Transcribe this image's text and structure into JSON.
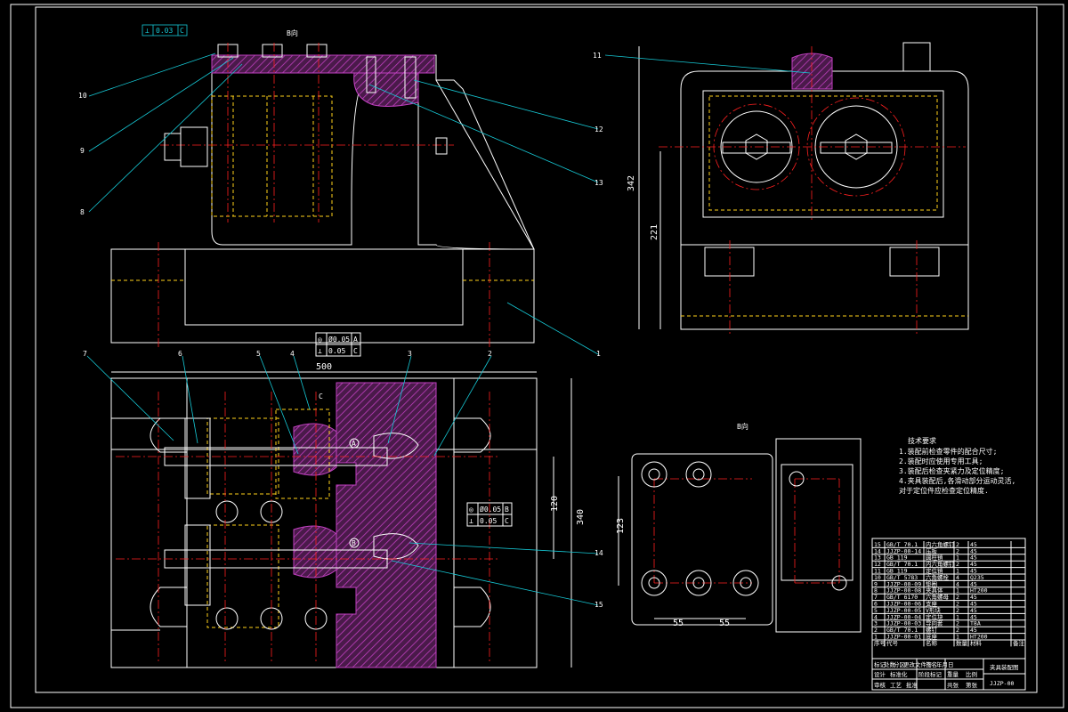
{
  "tolerances": {
    "top_flatness": {
      "symbol": "⊥",
      "value": "0.03",
      "datum": "C"
    },
    "bore_a_position": {
      "symbol": "◎",
      "value": "Ø0.05",
      "datum": "A"
    },
    "bore_a_perp": {
      "symbol": "⊥",
      "value": "0.05",
      "datum": "C"
    },
    "bore_b_position": {
      "symbol": "◎",
      "value": "Ø0.05",
      "datum": "B"
    },
    "bore_b_perp": {
      "symbol": "⊥",
      "value": "0.05",
      "datum": "C"
    }
  },
  "view_labels": {
    "b_view_top": "B向",
    "b_view_bottom": "B向"
  },
  "part_numbers": [
    "1",
    "2",
    "3",
    "4",
    "5",
    "6",
    "7",
    "8",
    "9",
    "10",
    "11",
    "12",
    "13",
    "14",
    "15"
  ],
  "datums": {
    "a": "A",
    "b": "B",
    "c": "C"
  },
  "dimensions": {
    "overall_width": "500",
    "overall_height": "340",
    "bore_spacing": "120",
    "height_total": "342",
    "height_base": "221",
    "base_vertical": "123",
    "pitch_1": "55",
    "pitch_2": "55"
  },
  "tech_requirements": {
    "title": "技术要求",
    "items": [
      "1.装配前检查零件的配合尺寸;",
      "2.装配时应使用专用工具;",
      "3.装配后检查夹紧力及定位精度;",
      "4.夹具装配后,各滑动部分运动灵活,",
      "   对于定位件应检查定位精度."
    ]
  },
  "title_block": {
    "drawing_name": "夹具装配图",
    "drawing_code": "JJZP-00",
    "header_cols": [
      "序号",
      "代号",
      "名称",
      "数量",
      "材料",
      "备注"
    ],
    "sign_row": [
      "标记",
      "处数",
      "分区",
      "更改文件号",
      "签名",
      "年月日"
    ],
    "role_row": [
      "设计",
      "标准化",
      "阶段标记",
      "重量",
      "比例"
    ],
    "approve_row": [
      "审核",
      "工艺",
      "批准",
      "共张",
      "第张"
    ]
  },
  "parts_list": [
    [
      "15",
      "GB/T 70.1",
      "内六角螺钉",
      "2",
      "45",
      ""
    ],
    [
      "14",
      "JJZP-00-14",
      "压板",
      "2",
      "45",
      ""
    ],
    [
      "13",
      "GB 119",
      "圆柱销",
      "1",
      "45",
      ""
    ],
    [
      "12",
      "GB/T 70.1",
      "内六角螺钉",
      "2",
      "45",
      ""
    ],
    [
      "11",
      "GB 119",
      "定位销",
      "1",
      "45",
      ""
    ],
    [
      "10",
      "GB/T 5783",
      "六角螺栓",
      "4",
      "Q235",
      ""
    ],
    [
      "9",
      "JJZP-00-09",
      "垫圈",
      "4",
      "45",
      ""
    ],
    [
      "8",
      "JJZP-00-08",
      "夹具体",
      "1",
      "HT200",
      ""
    ],
    [
      "7",
      "GB/T 6170",
      "六角螺母",
      "2",
      "45",
      ""
    ],
    [
      "6",
      "JJZP-00-06",
      "支座",
      "2",
      "45",
      ""
    ],
    [
      "5",
      "JJZP-00-05",
      "V形块",
      "2",
      "45",
      ""
    ],
    [
      "4",
      "JJZP-00-04",
      "定位块",
      "1",
      "45",
      ""
    ],
    [
      "3",
      "JJZP-00-03",
      "导向套",
      "2",
      "T8A",
      ""
    ],
    [
      "2",
      "GB/T 70.1",
      "螺钉",
      "2",
      "45",
      ""
    ],
    [
      "1",
      "JJZP-00-01",
      "底座",
      "1",
      "HT200",
      ""
    ]
  ],
  "colors": {
    "outline": "#ffffff",
    "hidden": "#ffd21a",
    "center": "#ff2020",
    "leader": "#16c9d6",
    "hatch": "#c040c0",
    "background": "#000000"
  }
}
